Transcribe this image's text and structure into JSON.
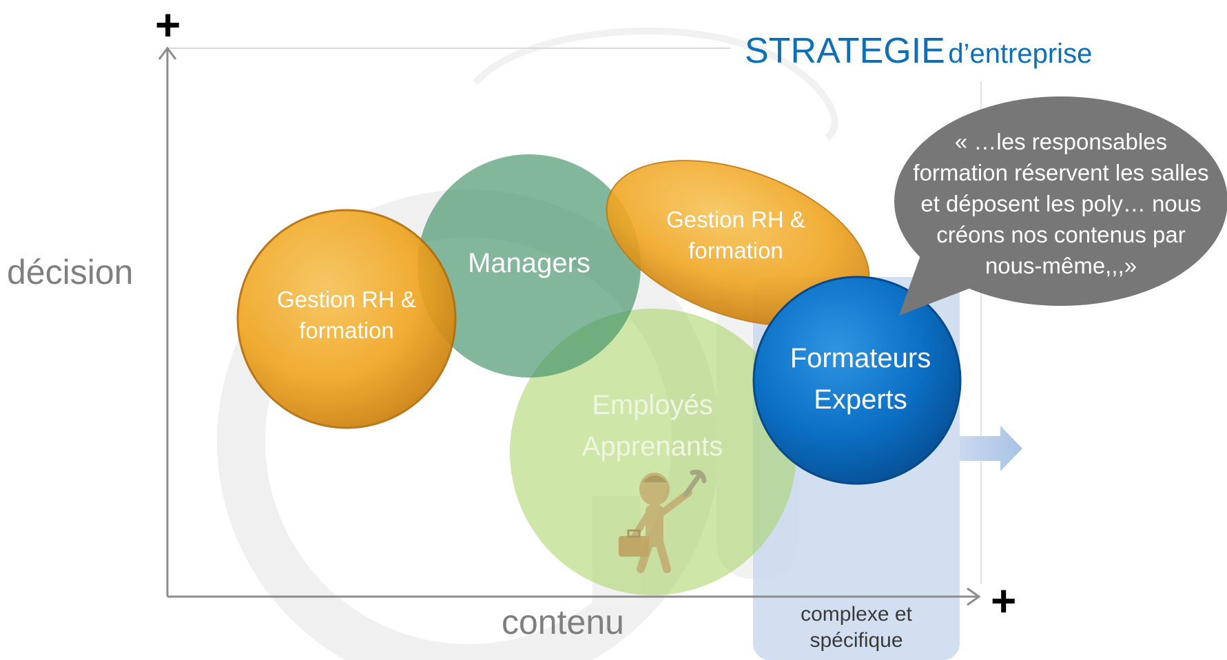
{
  "title": {
    "main": "STRATEGIE",
    "sub": "d’entreprise"
  },
  "axes": {
    "y_label": "décision",
    "x_label": "contenu",
    "y_plus": "+",
    "x_plus": "+"
  },
  "zone": {
    "label_line1": "complexe et",
    "label_line2": "spécifique"
  },
  "bubbles": {
    "hr_left": {
      "line1": "Gestion RH &",
      "line2": "formation"
    },
    "managers": {
      "line1": "Managers"
    },
    "hr_top": {
      "line1": "Gestion RH &",
      "line2": "formation"
    },
    "employes": {
      "line1": "Employés",
      "line2": "Apprenants"
    },
    "formateurs": {
      "line1": "Formateurs",
      "line2": "Experts"
    }
  },
  "speech": {
    "line1": "« …les responsables",
    "line2": "formation réservent les salles",
    "line3": "et déposent les poly…  nous",
    "line4": "créons nos contenus par",
    "line5": "nous-même,,,»"
  },
  "colors": {
    "orange": "#f0a623",
    "teal": "#3f9066",
    "green": "#a6d160",
    "blue": "#0b6fc4",
    "speech": "#777777",
    "zone": "#c9d9ee",
    "title": "#0d6fb8"
  },
  "icons": {
    "worker": "worker-with-wrench-and-toolbox-icon",
    "arrow": "right-arrow-icon"
  }
}
